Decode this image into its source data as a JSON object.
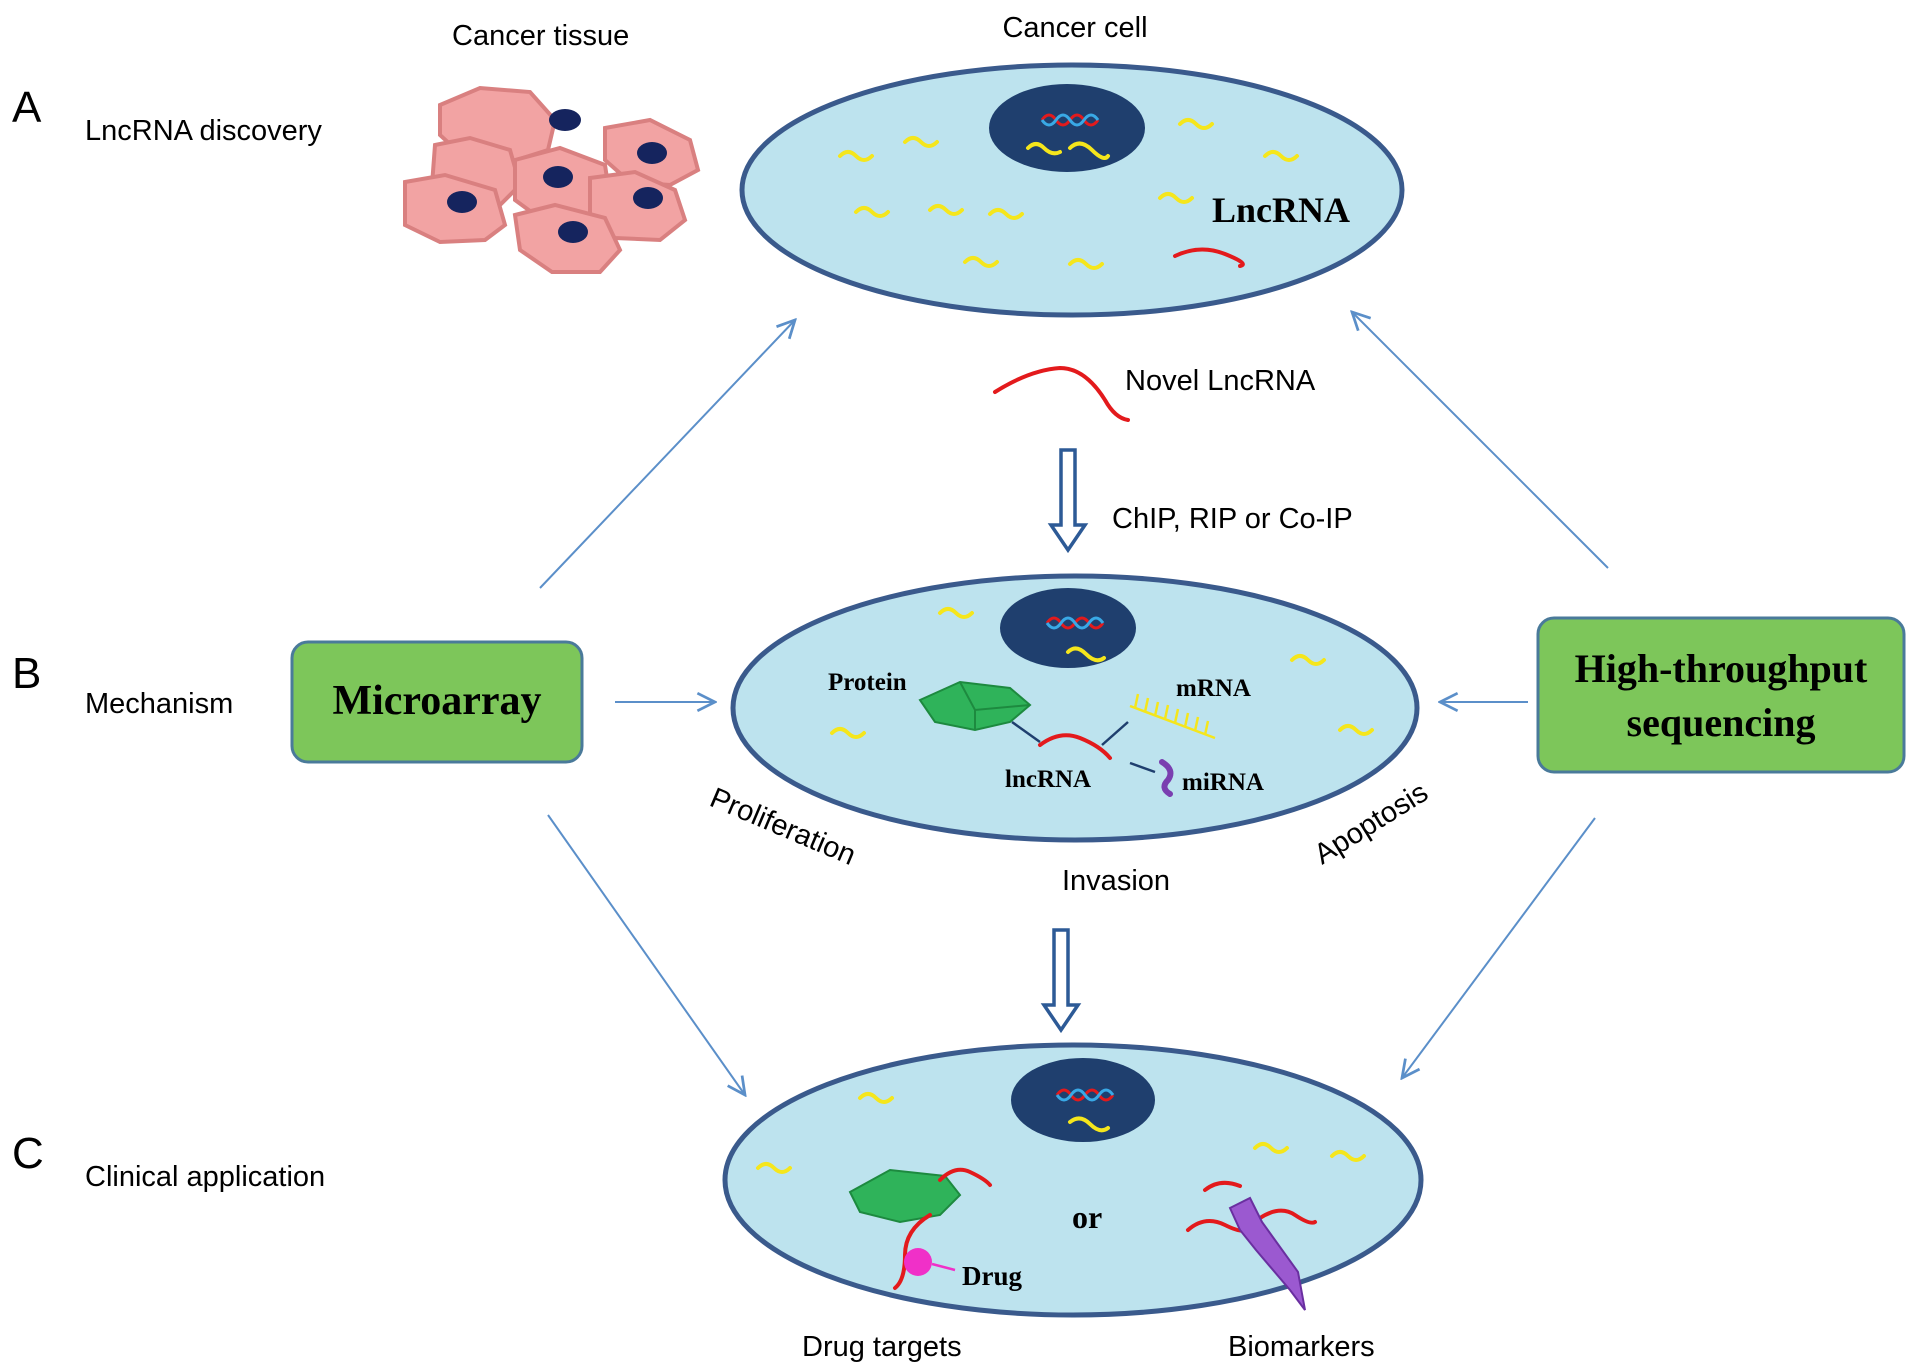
{
  "labels": {
    "cancer_tissue": "Cancer tissue",
    "cancer_cell": "Cancer cell",
    "section_a_letter": "A",
    "section_a_text": "LncRNA discovery",
    "section_b_letter": "B",
    "section_b_text": "Mechanism",
    "section_c_letter": "C",
    "section_c_text": "Clinical application",
    "lncrna_big": "LncRNA",
    "novel_lncrna": "Novel LncRNA",
    "chip_rip": "ChIP, RIP or Co-IP",
    "microarray": "Microarray",
    "hts_line1": "High-throughput",
    "hts_line2": "sequencing",
    "protein": "Protein",
    "mrna": "mRNA",
    "lncrna_small": "lncRNA",
    "mirna": "miRNA",
    "proliferation": "Proliferation",
    "invasion": "Invasion",
    "apoptosis": "Apoptosis",
    "or": "or",
    "drug": "Drug",
    "drug_targets": "Drug targets",
    "biomarkers": "Biomarkers"
  },
  "colors": {
    "cell_fill": "#bde3ee",
    "cell_stroke": "#3a5a8c",
    "nucleus": "#1f3f6e",
    "box_fill": "#7dc65a",
    "box_stroke": "#4a7a9a",
    "arrow": "#5b8fc9",
    "lncrna_red": "#e31a1c",
    "rna_yellow": "#f5e61c",
    "protein_green": "#2fb35a",
    "mirna_purple": "#7a3fb0",
    "drug_magenta": "#f030c8",
    "tissue_fill": "#f2a3a3",
    "tissue_stroke": "#d98080"
  }
}
